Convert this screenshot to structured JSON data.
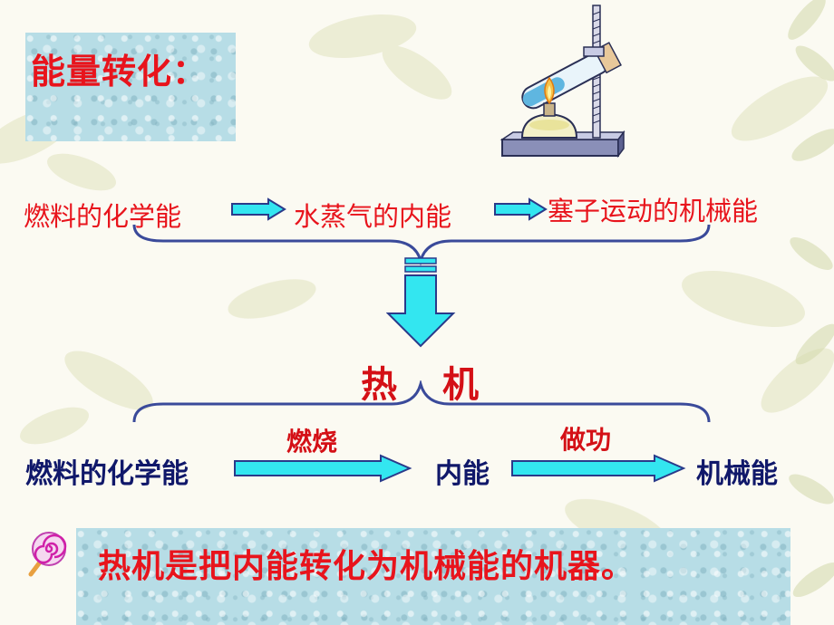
{
  "title": "能量转化：",
  "top_flow": {
    "step1": "燃料的化学能",
    "step2": "水蒸气的内能",
    "step3": "塞子运动的机械能"
  },
  "heat_engine": {
    "char1": "热",
    "char2": "机"
  },
  "bottom_flow": {
    "start": "燃料的化学能",
    "process1": "燃烧",
    "middle": "内能",
    "process2": "做功",
    "end": "机械能"
  },
  "summary": "热机是把内能转化为机械能的机器。",
  "colors": {
    "red": "#e8141c",
    "navy": "#10186a",
    "cyan_arrow": "#33e6f0",
    "brace": "#3a4a9a"
  }
}
